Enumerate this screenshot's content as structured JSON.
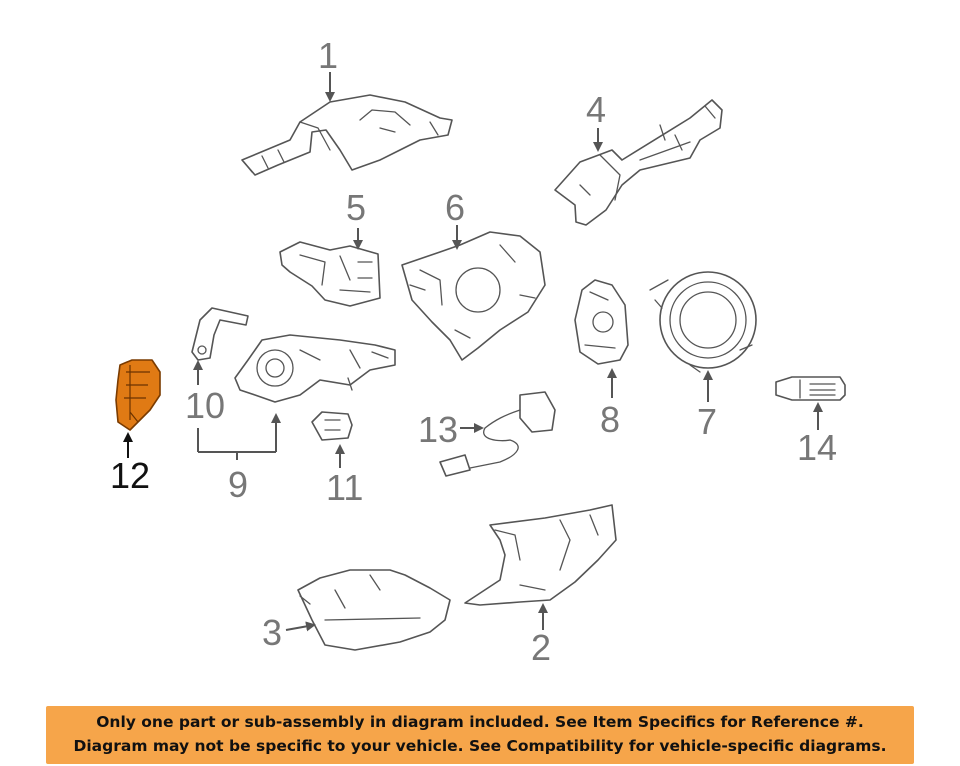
{
  "callouts": {
    "n1": "1",
    "n2": "2",
    "n3": "3",
    "n4": "4",
    "n5": "5",
    "n6": "6",
    "n7": "7",
    "n8": "8",
    "n9": "9",
    "n10": "10",
    "n11": "11",
    "n12": "12",
    "n13": "13",
    "n14": "14"
  },
  "highlight_color": "#e07a14",
  "banner": {
    "color": "#f6a54a",
    "line1": "Only one part or sub-assembly in diagram included. See Item Specifics for Reference #.",
    "line2": "Diagram may not be specific to your vehicle. See Compatibility for vehicle-specific diagrams."
  }
}
